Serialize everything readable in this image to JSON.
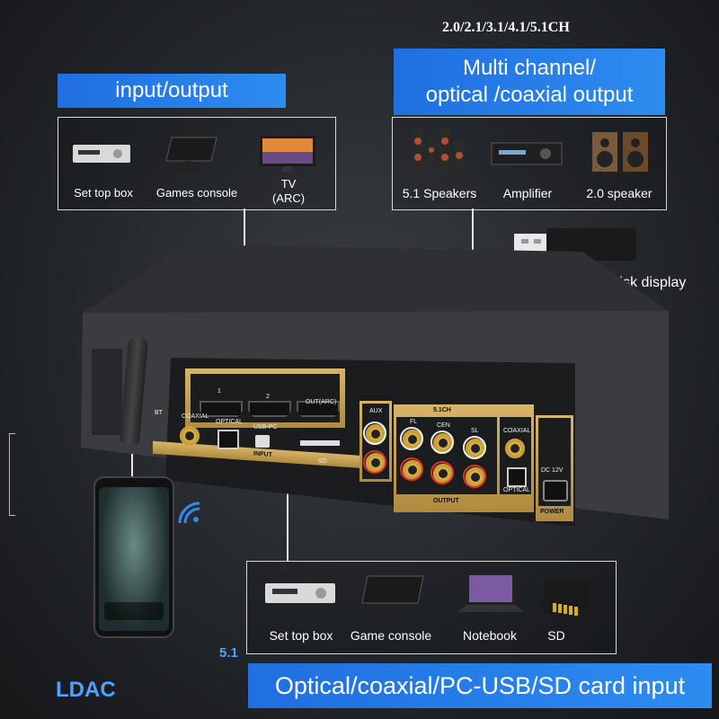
{
  "top_channels": "2.0/2.1/3.1/4.1/5.1CH",
  "banner_io": "input/output",
  "banner_multi": [
    "Multi channel/",
    "optical /coaxial output"
  ],
  "io_box": {
    "items": [
      "Set top box",
      "Games console",
      "TV\n(ARC)"
    ]
  },
  "out_box": {
    "items": [
      "5.1 Speakers",
      "Amplifier",
      "2.0 speaker"
    ]
  },
  "udisk": "U Disk display",
  "panel": {
    "hdmi": [
      "1",
      "2",
      "OUT(ARC)"
    ],
    "bt": "BT",
    "coaxial": "COAXIAL",
    "optical": "OPTICAL",
    "usbpc": "USB-PC",
    "input": "INPUT",
    "sd": "SD",
    "aux": "AUX",
    "ch": "5.1CH",
    "fl": "FL",
    "cen": "CEN",
    "sl": "SL",
    "output": "OUTPUT",
    "coaxial2": "COAXIAL",
    "optical2": "OPTICAL",
    "dc": "DC 12V",
    "power": "POWER"
  },
  "in_box": {
    "items": [
      "Set top box",
      "Game console",
      "Notebook",
      "SD"
    ]
  },
  "label_51": "5.1",
  "ldac": "LDAC",
  "banner_bottom": "Optical/coaxial/PC-USB/SD card input",
  "colors": {
    "accent": "#2d8cf0",
    "gold": "#c9a050"
  }
}
